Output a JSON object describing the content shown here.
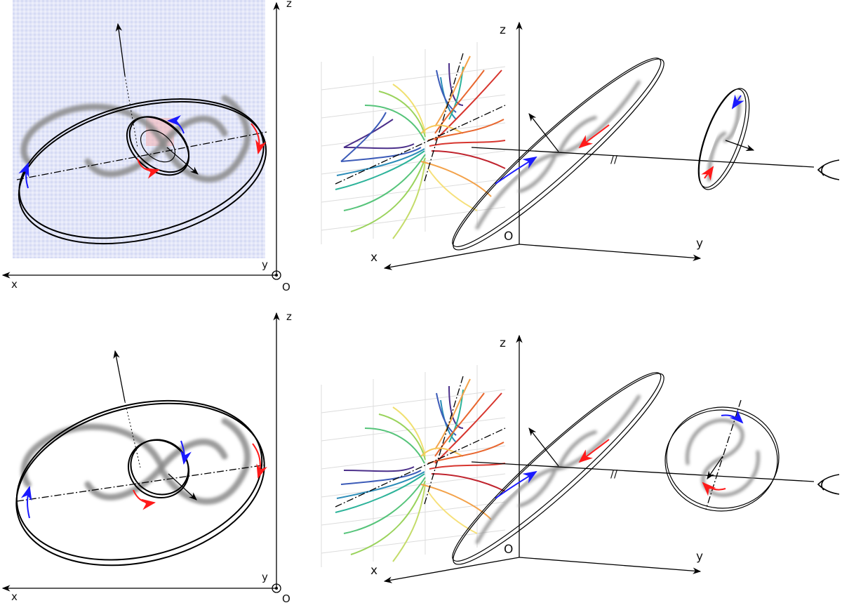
{
  "labels": {
    "x": "x",
    "y": "y",
    "z": "z",
    "O": "O"
  },
  "colors": {
    "blue_arrow": "#1a1aff",
    "red_arrow": "#ff1a1a",
    "spiral": "#8a8a8a",
    "background_noise": "#dfe3f7"
  }
}
